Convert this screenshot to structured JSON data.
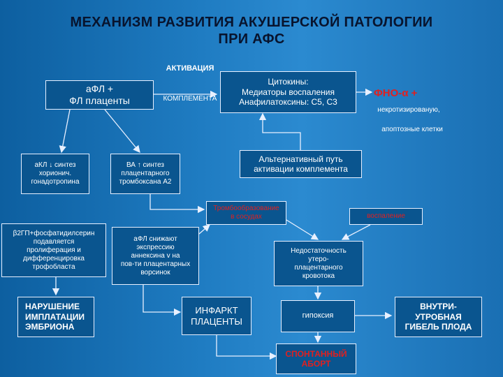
{
  "title": "МЕХАНИЗМ РАЗВИТИЯ АКУШЕРСКОЙ ПАТОЛОГИИ\nПРИ АФС",
  "labels": {
    "activation": "АКТИВАЦИЯ",
    "complement": "КОМПЛЕМЕНТА",
    "tnf": "ФНО-α +",
    "tnf_sub": "некротизированую,",
    "apoptotic": "апоптозные клетки",
    "inflammation": "воспаление"
  },
  "nodes": {
    "afl": "аФЛ +\nФЛ плаценты",
    "cytokines": "Цитокины:\nМедиаторы воспаления\nАнафилатоксины: С5, С3",
    "kp_synthesis": "аКЛ ↓ синтез\nхорионич.\nгонадотропина",
    "va_synthesis": "ВА ↑ синтез\nплацентарного\nтромбоксана А2",
    "alt_path": "Альтернативный путь\nактивации комплемента",
    "thrombo": "Тромбообразование\nв сосудах",
    "b2gp": "β2ГП+фосфатидилсерин\nподавляется\nпролиферация и\nдифференцировка\nтрофобласта",
    "afl_annexin": "аФЛ снижают\nэкспрессию\nаннексина v на\nпов-ти плацентарных\nворсинок",
    "insufficiency": "Недостаточность\nутеро-\nплацентарного\nкровотока",
    "implant": "НАРУШЕНИЕ\nИМПЛАТАЦИИ\nЭМБРИОНА",
    "infarct": "ИНФАРКТ\nПЛАЦЕНТЫ",
    "hypoxia": "гипоксия",
    "death": "ВНУТРИ-\nУТРОБНАЯ\nГИБЕЛЬ ПЛОДА",
    "abortion": "СПОНТАННЫЙ\nАБОРТ"
  },
  "colors": {
    "background": "#1f7cc2",
    "box_fill": "#0a558f",
    "box_border": "#e8f0ff",
    "title": "#08142e",
    "accent_red": "#e02020",
    "arrow": "#e8f0ff"
  }
}
